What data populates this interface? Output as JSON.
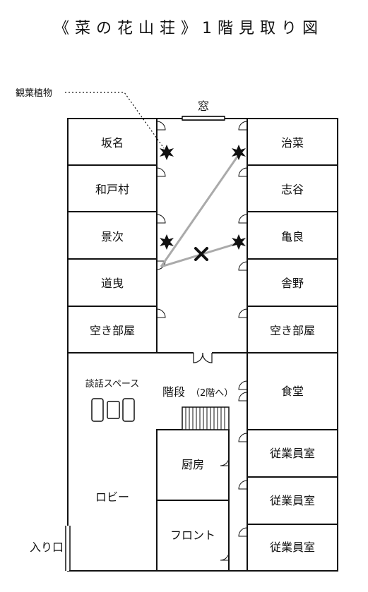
{
  "title": "《菜の花山荘》1階見取り図",
  "callout": "観葉植物",
  "window": "窓",
  "rooms_left": [
    "坂名",
    "和戸村",
    "景次",
    "道曳",
    "空き部屋"
  ],
  "rooms_right": [
    "治菜",
    "志谷",
    "亀良",
    "舎野",
    "空き部屋"
  ],
  "lounge": "談話スペース",
  "lobby": "ロビー",
  "stairs": "階段",
  "stairs_note": "（2階へ）",
  "kitchen": "厨房",
  "front": "フロント",
  "dining": "食堂",
  "staff_rooms": [
    "従業員室",
    "従業員室",
    "従業員室"
  ],
  "entrance": "入り口"
}
